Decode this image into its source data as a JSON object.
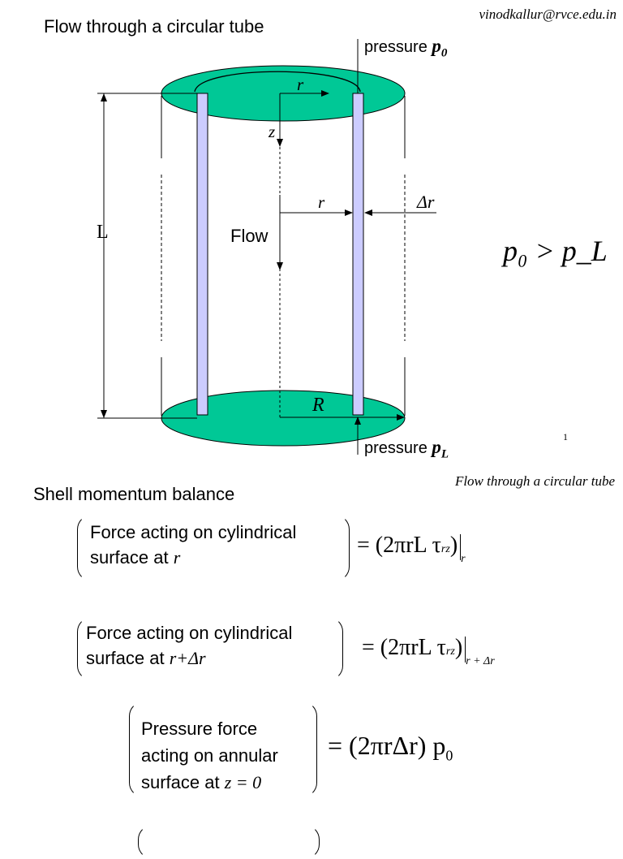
{
  "header": {
    "title": "Flow through a circular tube",
    "email": "vinodkallur@rvce.edu.in"
  },
  "figure": {
    "pressure_top_label": "pressure",
    "pressure_top_symbol": "p",
    "pressure_top_sub": "0",
    "pressure_bottom_label": "pressure",
    "pressure_bottom_symbol": "p",
    "pressure_bottom_sub": "L",
    "r_top": "r",
    "z_label": "z",
    "r_mid": "r",
    "delta_r": "Δr",
    "L_label": "L",
    "flow_label": "Flow",
    "R_label": "R",
    "inequality": "p₀ > p_L",
    "page_number": "1",
    "colors": {
      "disk": "#00c896",
      "wall": "#ccccff"
    }
  },
  "slide": {
    "heading": "Shell momentum balance",
    "caption": "Flow through a circular tube",
    "box1_line1": "Force acting on cylindrical",
    "box1_line2": "surface at",
    "box1_var": "r",
    "box2_line1": "Force acting on cylindrical",
    "box2_line2": "surface at",
    "box2_var": "r+Δr",
    "box3_line1": "Pressure force",
    "box3_line2": "acting on annular",
    "box3_line3": "surface at",
    "box3_var": "z = 0",
    "eq1": "= (2πrL τ",
    "eq1_sub": "rz",
    "eq1_close": ")",
    "eq1_eval": "r",
    "eq2": "= (2πrL τ",
    "eq2_sub": "rz",
    "eq2_close": ")",
    "eq2_eval": "r + Δr",
    "eq3": "= (2πrΔr) p",
    "eq3_sub": "0"
  }
}
